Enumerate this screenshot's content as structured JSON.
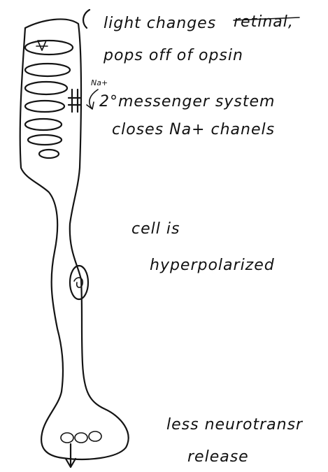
{
  "annotations": {
    "light_line1": "light changes",
    "light_line1_crossed": "retinal,",
    "light_line2": "pops off of opsin",
    "na_label": "Na+",
    "second_messenger_line1": "2°messenger system",
    "second_messenger_line2": "closes Na+ chanels",
    "cell_line1": "cell is",
    "cell_line2": "hyperpolarized",
    "release_line1": "less neurotransr",
    "release_line2": "release"
  }
}
